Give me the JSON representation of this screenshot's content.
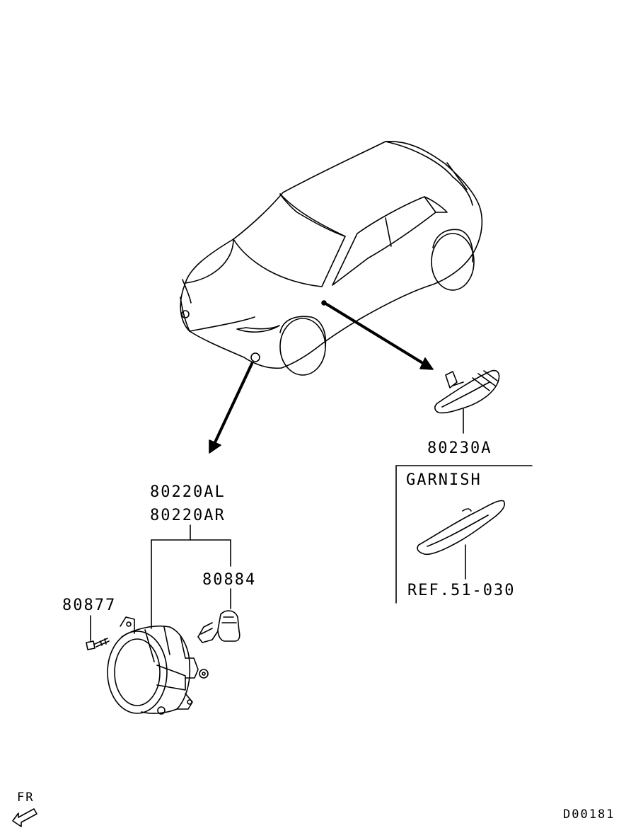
{
  "parts": {
    "side_marker": "80230A",
    "fog_lamp_left": "80220AL",
    "fog_lamp_right": "80220AR",
    "bulb": "80884",
    "screw": "80877"
  },
  "garnish": {
    "title": "GARNISH",
    "reference": "REF.51-030"
  },
  "direction": "FR",
  "diagram_code": "D00181",
  "icons": {
    "front_arrow": "direction-arrow-icon"
  },
  "colors": {
    "line": "#000000",
    "background": "#ffffff"
  }
}
